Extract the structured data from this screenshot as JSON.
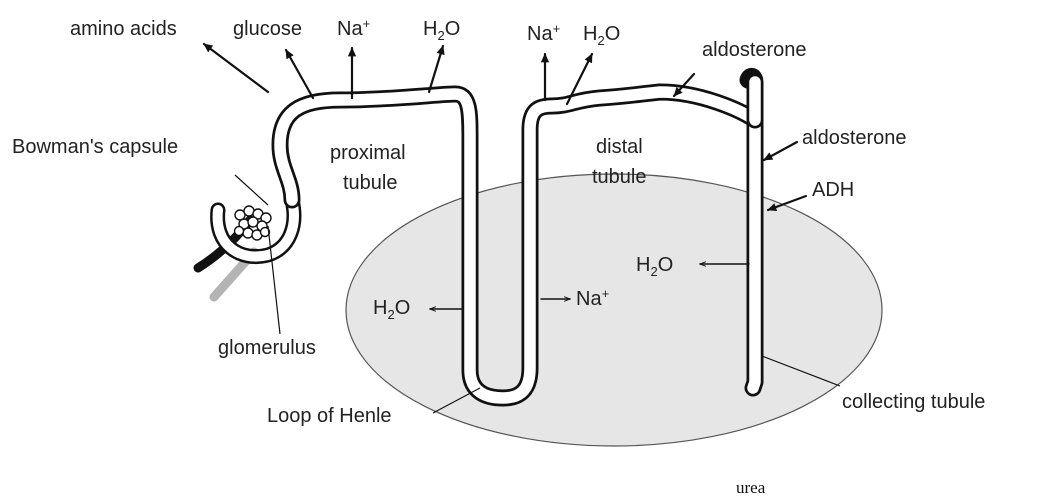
{
  "labels": {
    "amino_acids": "amino acids",
    "glucose": "glucose",
    "na_plus": "Na",
    "plus": "+",
    "h": "H",
    "two": "2",
    "o": "O",
    "aldosterone": "aldosterone",
    "bowmans_capsule": "Bowman's capsule",
    "proximal": "proximal",
    "tubule": "tubule",
    "distal": "distal",
    "adh": "ADH",
    "glomerulus": "glomerulus",
    "loop_of_henle": "Loop of Henle",
    "collecting_tubule": "collecting tubule"
  },
  "caption": "urea",
  "colors": {
    "medulla_fill": "#e6e6e6",
    "line": "#111111",
    "vessel_grey": "#b4b4b4"
  }
}
